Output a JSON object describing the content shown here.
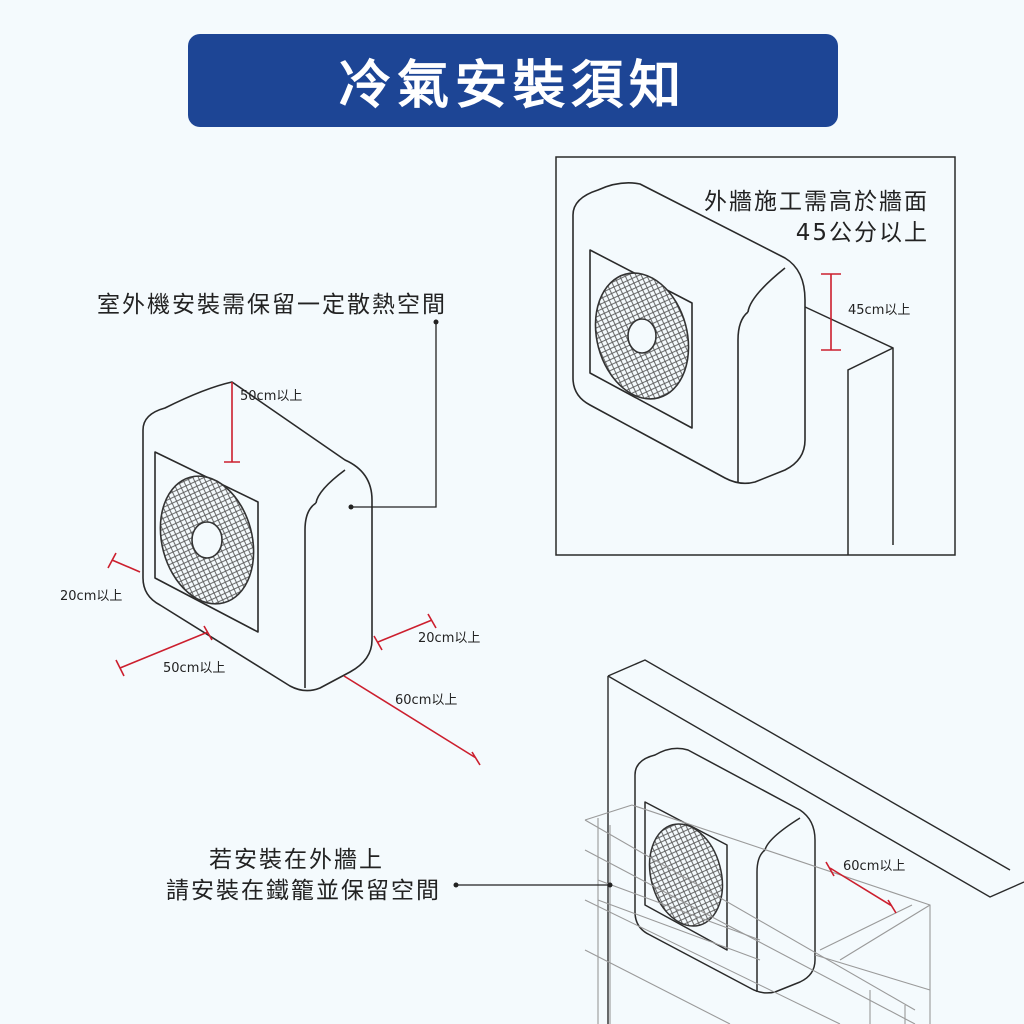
{
  "title": "冷氣安裝須知",
  "callouts": {
    "clearance": "室外機安裝需保留一定散熱空間",
    "wall_height_line1": "外牆施工需高於牆面",
    "wall_height_line2": "45公分以上",
    "cage_line1": "若安裝在外牆上",
    "cage_line2": "請安裝在鐵籠並保留空間"
  },
  "dimensions": {
    "top": "50cm以上",
    "left": "20cm以上",
    "front": "50cm以上",
    "right": "20cm以上",
    "back": "60cm以上",
    "wall": "45cm以上",
    "cage": "60cm以上"
  },
  "colors": {
    "banner": "#1d4595",
    "background": "#f4fafd",
    "dimension_line": "#cc1f2e",
    "line": "#2a2a2a",
    "cage": "#9a9a9a"
  }
}
